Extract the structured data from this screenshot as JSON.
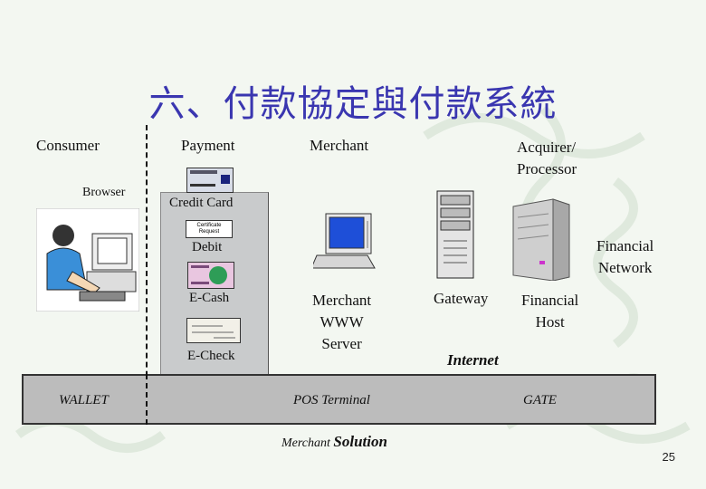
{
  "title": "六、付款協定與付款系統",
  "headers": {
    "consumer": "Consumer",
    "payment": "Payment",
    "merchant": "Merchant",
    "acquirer": "Acquirer/\nProcessor"
  },
  "consumer": {
    "browser": "Browser",
    "wallet": "WALLET"
  },
  "payment_items": {
    "credit_card": "Credit Card",
    "cert_request": "Certificate\nRequest",
    "debit": "Debit",
    "ecash": "E-Cash",
    "echeck": "E-Check"
  },
  "merchant": {
    "server": "Merchant\nWWW\nServer",
    "pos": "POS Terminal",
    "solution_prefix": "Merchant ",
    "solution_word": "Solution"
  },
  "network": {
    "gateway": "Gateway",
    "financial_network": "Financial\nNetwork",
    "financial_host": "Financial\nHost",
    "internet": "Internet",
    "gate": "GATE"
  },
  "page_number": "25",
  "colors": {
    "title": "#3a36b0",
    "bar": "#bcbcbc",
    "payment_box": "#c9cbcc"
  }
}
